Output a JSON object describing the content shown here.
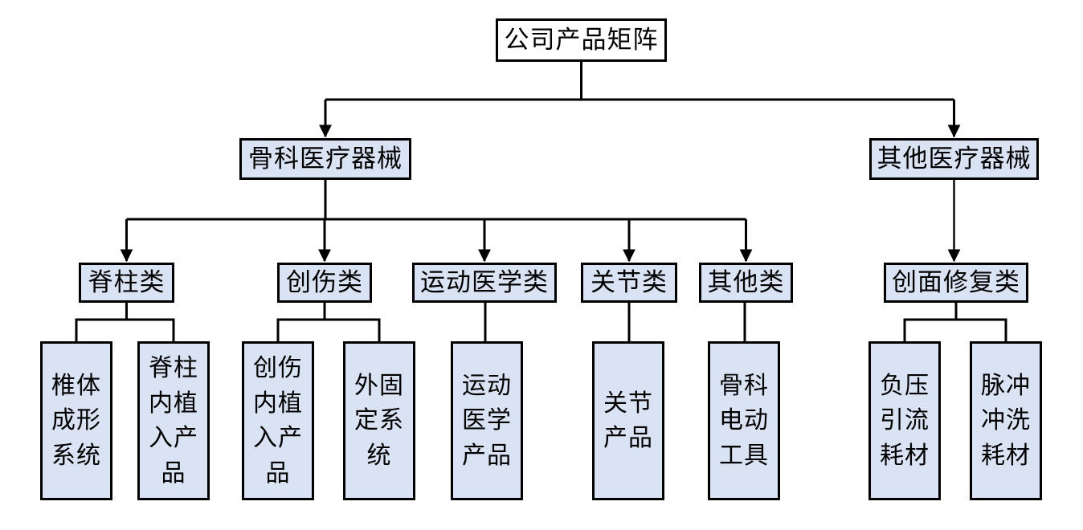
{
  "diagram_title": "公司产品矩阵",
  "tree": {
    "root": {
      "label": "公司产品矩阵"
    },
    "branches": [
      {
        "label": "骨科医疗器械",
        "children": [
          {
            "label": "脊柱类",
            "children": [
              {
                "label": "椎体成形系统"
              },
              {
                "label": "脊柱内植入产品"
              }
            ]
          },
          {
            "label": "创伤类",
            "children": [
              {
                "label": "创伤内植入产品"
              },
              {
                "label": "外固定系统"
              }
            ]
          },
          {
            "label": "运动医学类",
            "children": [
              {
                "label": "运动医学产品"
              }
            ]
          },
          {
            "label": "关节类",
            "children": [
              {
                "label": "关节产品"
              }
            ]
          },
          {
            "label": "其他类",
            "children": [
              {
                "label": "骨科电动工具"
              }
            ]
          }
        ]
      },
      {
        "label": "其他医疗器械",
        "children": [
          {
            "label": "创面修复类",
            "children": [
              {
                "label": "负压引流耗材"
              },
              {
                "label": "脉冲冲洗耗材"
              }
            ]
          }
        ]
      }
    ]
  },
  "colors": {
    "node_fill": "#dae3f3",
    "root_fill": "#ffffff",
    "border": "#000000",
    "connector": "#000000",
    "background": "#ffffff"
  }
}
